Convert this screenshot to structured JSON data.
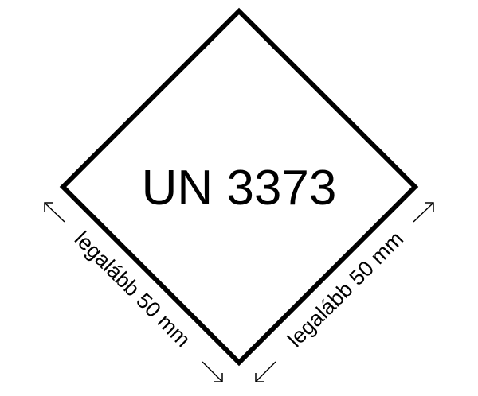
{
  "label": {
    "main_text": "UN 3373",
    "left_dimension": "legalább 50 mm",
    "right_dimension": "legalább 50 mm",
    "colors": {
      "stroke": "#000000",
      "background": "#ffffff"
    }
  }
}
